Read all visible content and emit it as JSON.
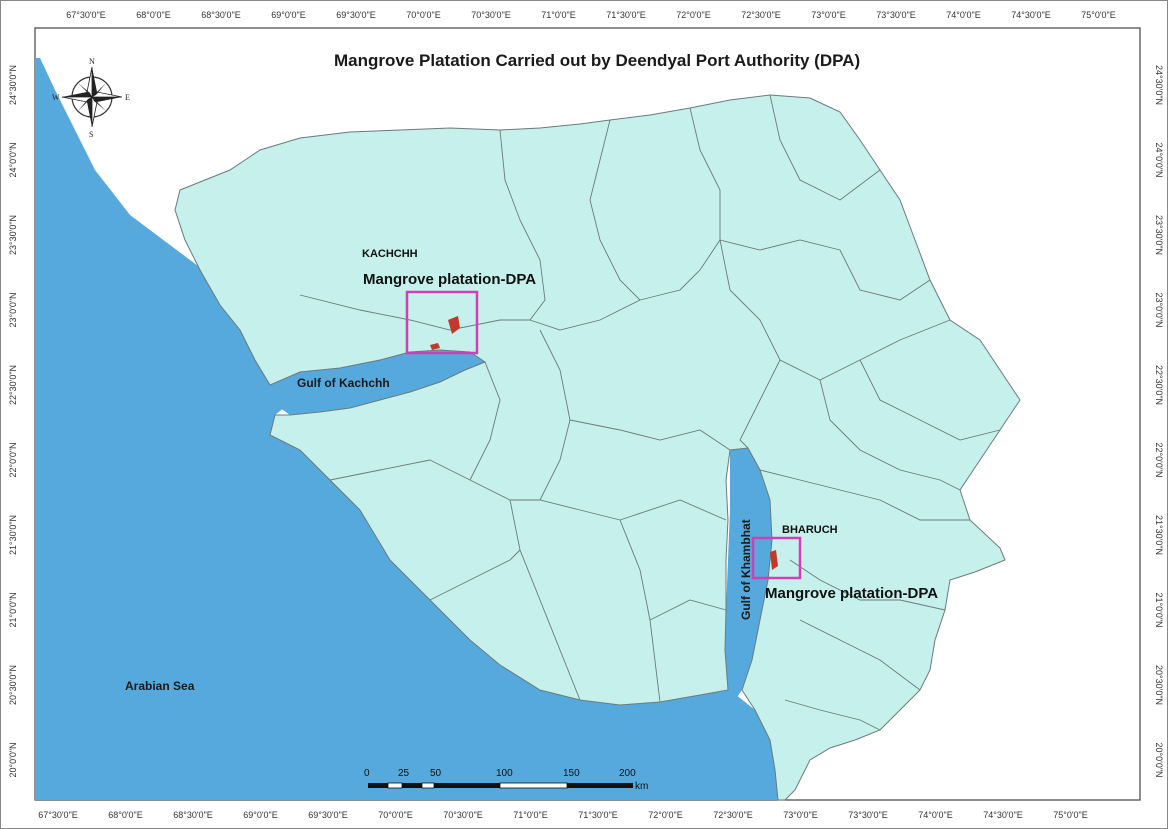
{
  "title": "Mangrove Platation Carried out by Deendyal Port Authority (DPA)",
  "top_ticks": [
    "67°30'0\"E",
    "68°0'0\"E",
    "68°30'0\"E",
    "69°0'0\"E",
    "69°30'0\"E",
    "70°0'0\"E",
    "70°30'0\"E",
    "71°0'0\"E",
    "71°30'0\"E",
    "72°0'0\"E",
    "72°30'0\"E",
    "73°0'0\"E",
    "73°30'0\"E",
    "74°0'0\"E",
    "74°30'0\"E",
    "75°0'0\"E"
  ],
  "bottom_ticks": [
    "67°30'0\"E",
    "68°0'0\"E",
    "68°30'0\"E",
    "69°0'0\"E",
    "69°30'0\"E",
    "70°0'0\"E",
    "70°30'0\"E",
    "71°0'0\"E",
    "71°30'0\"E",
    "72°0'0\"E",
    "72°30'0\"E",
    "73°0'0\"E",
    "73°30'0\"E",
    "74°0'0\"E",
    "74°30'0\"E",
    "75°0'0\"E"
  ],
  "left_ticks": [
    "24°30'0\"N",
    "24°0'0\"N",
    "23°30'0\"N",
    "23°0'0\"N",
    "22°30'0\"N",
    "22°0'0\"N",
    "21°30'0\"N",
    "21°0'0\"N",
    "20°30'0\"N",
    "20°0'0\"N"
  ],
  "right_ticks": [
    "24°30'0\"N",
    "24°0'0\"N",
    "23°30'0\"N",
    "23°0'0\"N",
    "22°30'0\"N",
    "22°0'0\"N",
    "21°30'0\"N",
    "21°0'0\"N",
    "20°30'0\"N",
    "20°0'0\"N"
  ],
  "labels": {
    "kachchh": "KACHCHH",
    "mangrove_dpa_1": "Mangrove platation-DPA",
    "gulf_kachchh": "Gulf of Kachchh",
    "bharuch": "BHARUCH",
    "mangrove_dpa_2": "Mangrove platation-DPA",
    "gulf_khambhat": "Gulf of Khambhat",
    "arabian_sea": "Arabian Sea"
  },
  "compass": {
    "n": "N",
    "s": "S",
    "e": "E",
    "w": "W"
  },
  "scale_bar": {
    "ticks": [
      "0",
      "25",
      "50",
      "100",
      "150",
      "200"
    ],
    "unit": "km"
  },
  "colors": {
    "sea": "#56a9dc",
    "land": "#c5f0eb",
    "border": "#6b7b7b",
    "highlight_box": "#d23fb5",
    "mangrove": "#c0392b"
  }
}
